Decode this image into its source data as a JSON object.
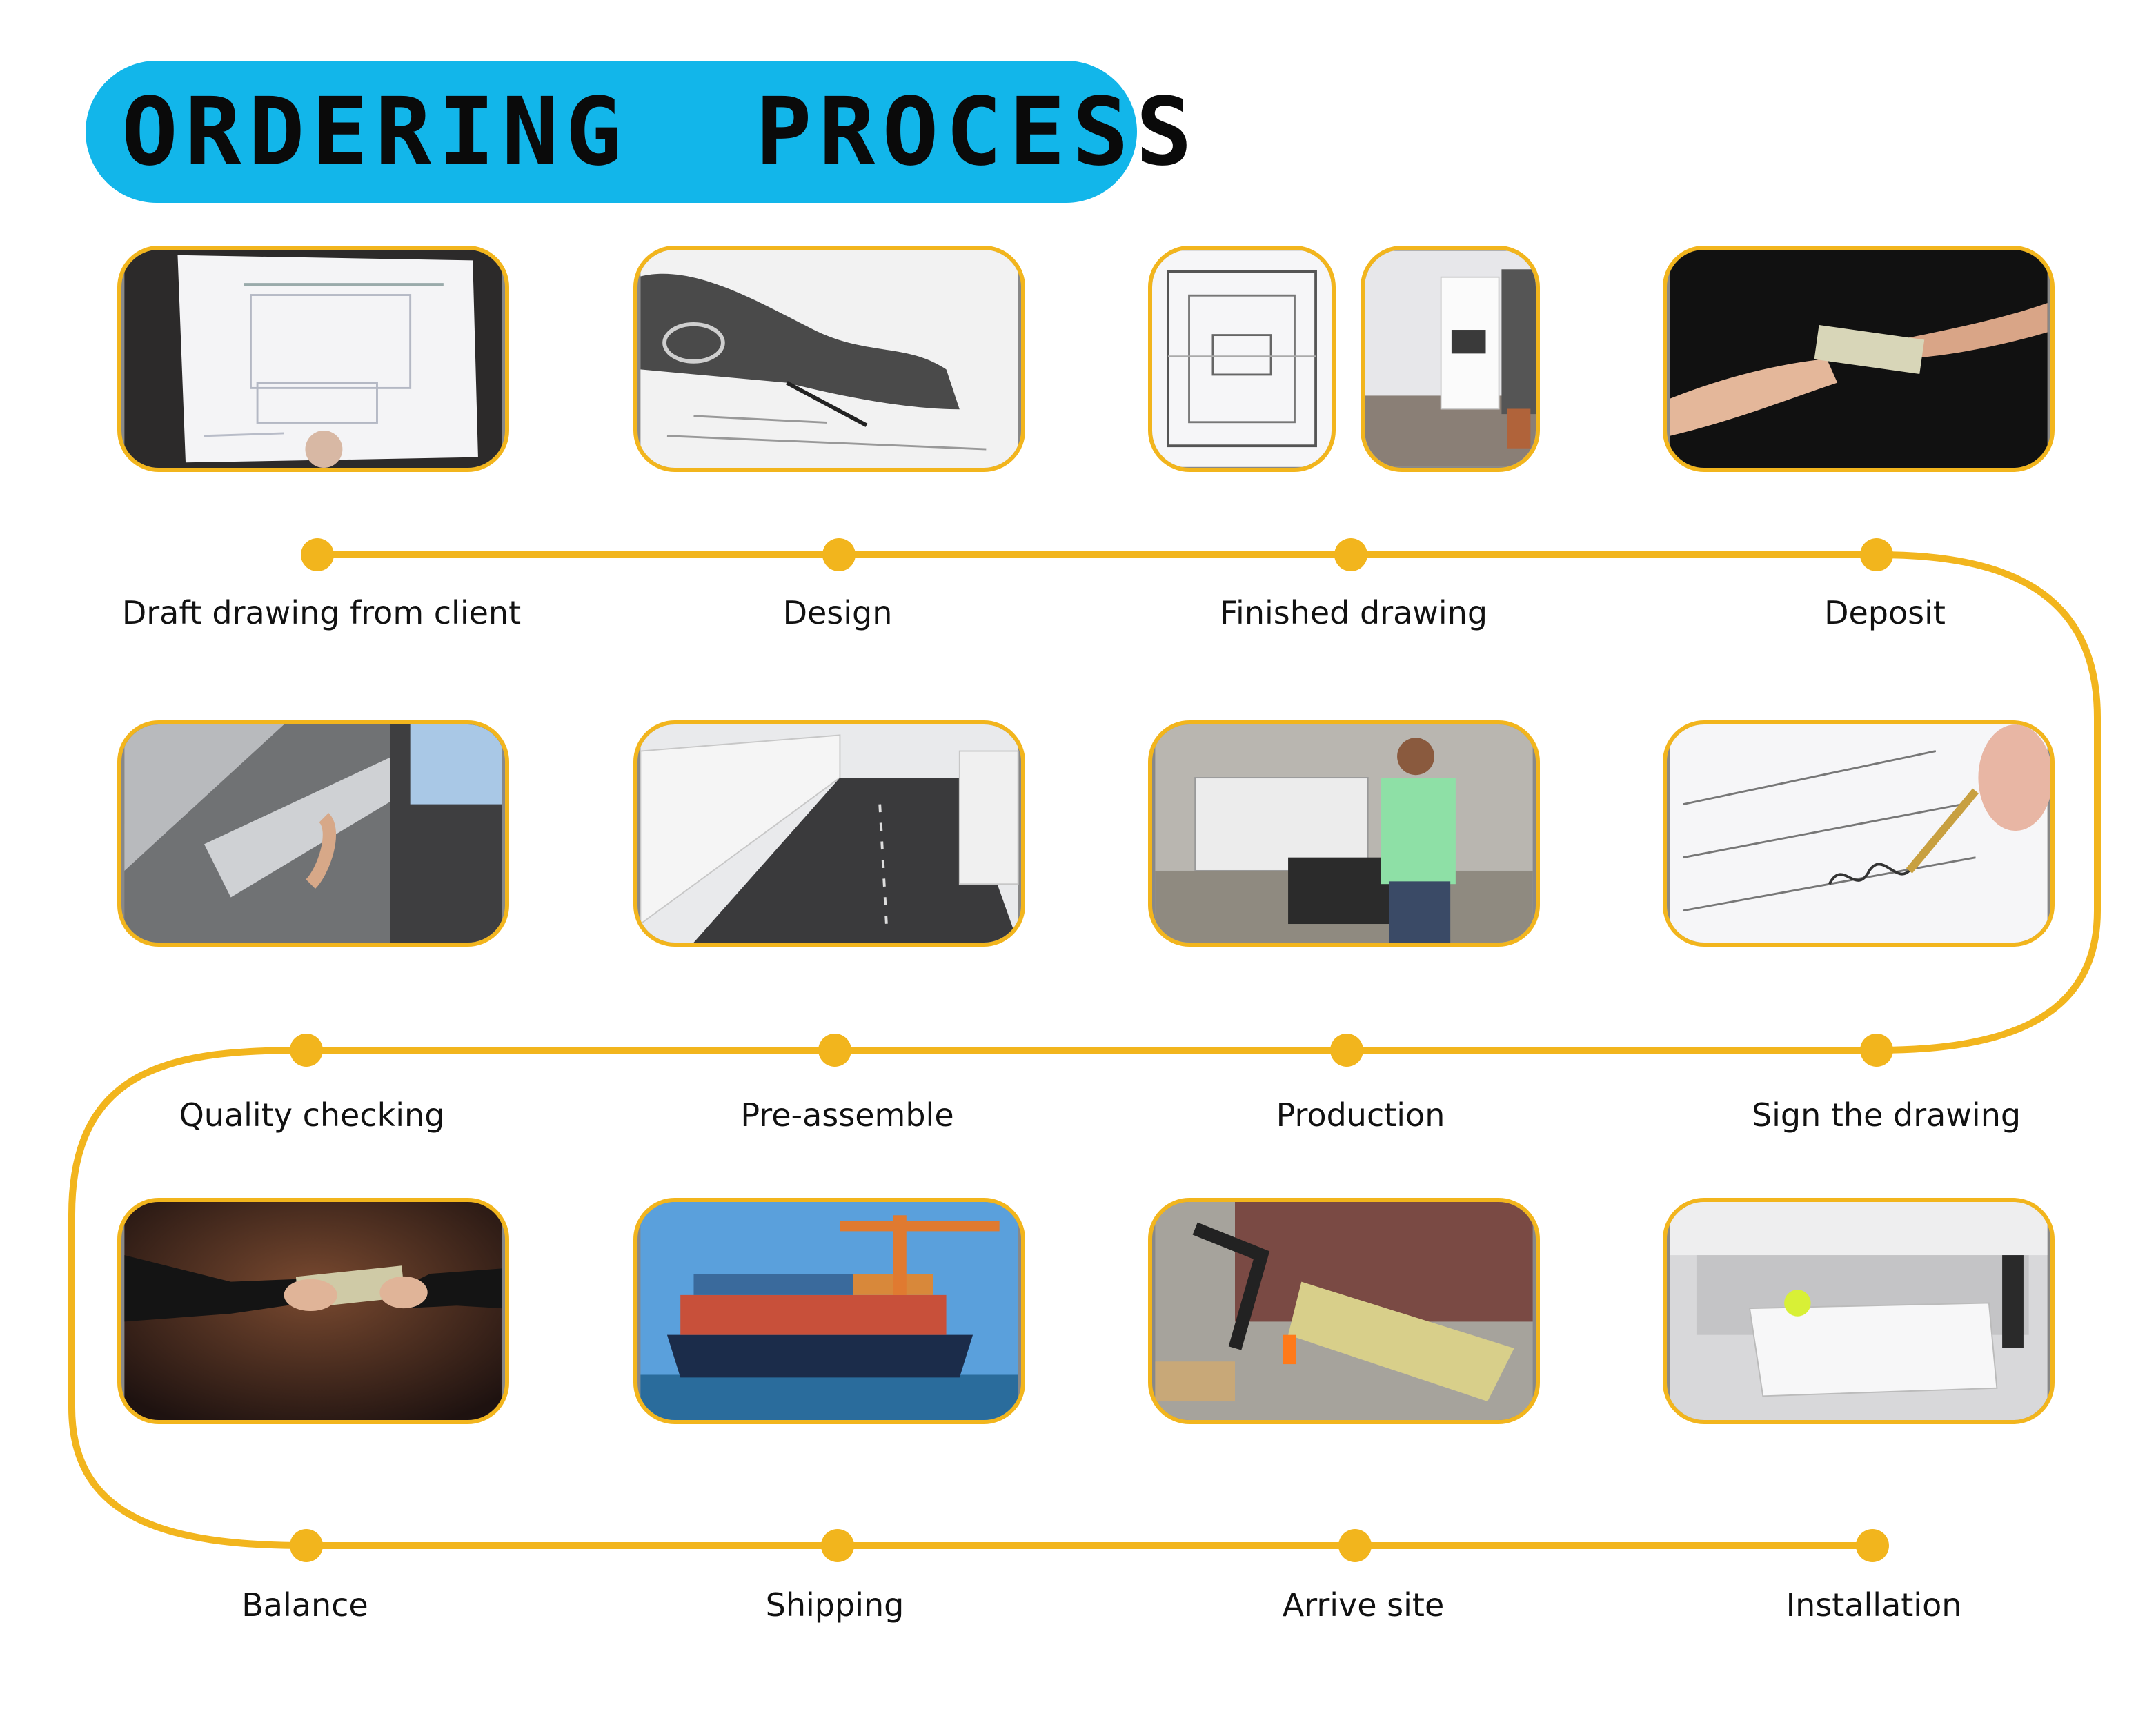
{
  "header": {
    "title": "ORDERING  PROCESS",
    "accent": "#12b6ea"
  },
  "colors": {
    "path": "#f2b51d",
    "text": "#111111"
  },
  "rows": [
    {
      "steps": [
        {
          "label": "Draft drawing from client",
          "icon": "paper-sketch-icon"
        },
        {
          "label": "Design",
          "icon": "hand-drawing-icon"
        },
        {
          "label": "Finished drawing",
          "icon": "blueprint-icon"
        },
        {
          "label": "Deposit",
          "icon": "money-handover-icon"
        }
      ]
    },
    {
      "steps": [
        {
          "label": "Quality checking",
          "icon": "inspection-icon"
        },
        {
          "label": "Pre-assemble",
          "icon": "cabinets-icon"
        },
        {
          "label": "Production",
          "icon": "factory-worker-icon"
        },
        {
          "label": "Sign the drawing",
          "icon": "signature-icon"
        }
      ]
    },
    {
      "steps": [
        {
          "label": "Balance",
          "icon": "cash-payment-icon"
        },
        {
          "label": "Shipping",
          "icon": "cargo-ship-icon"
        },
        {
          "label": "Arrive site",
          "icon": "truck-unloading-icon"
        },
        {
          "label": "Installation",
          "icon": "installed-counter-icon"
        }
      ]
    }
  ]
}
